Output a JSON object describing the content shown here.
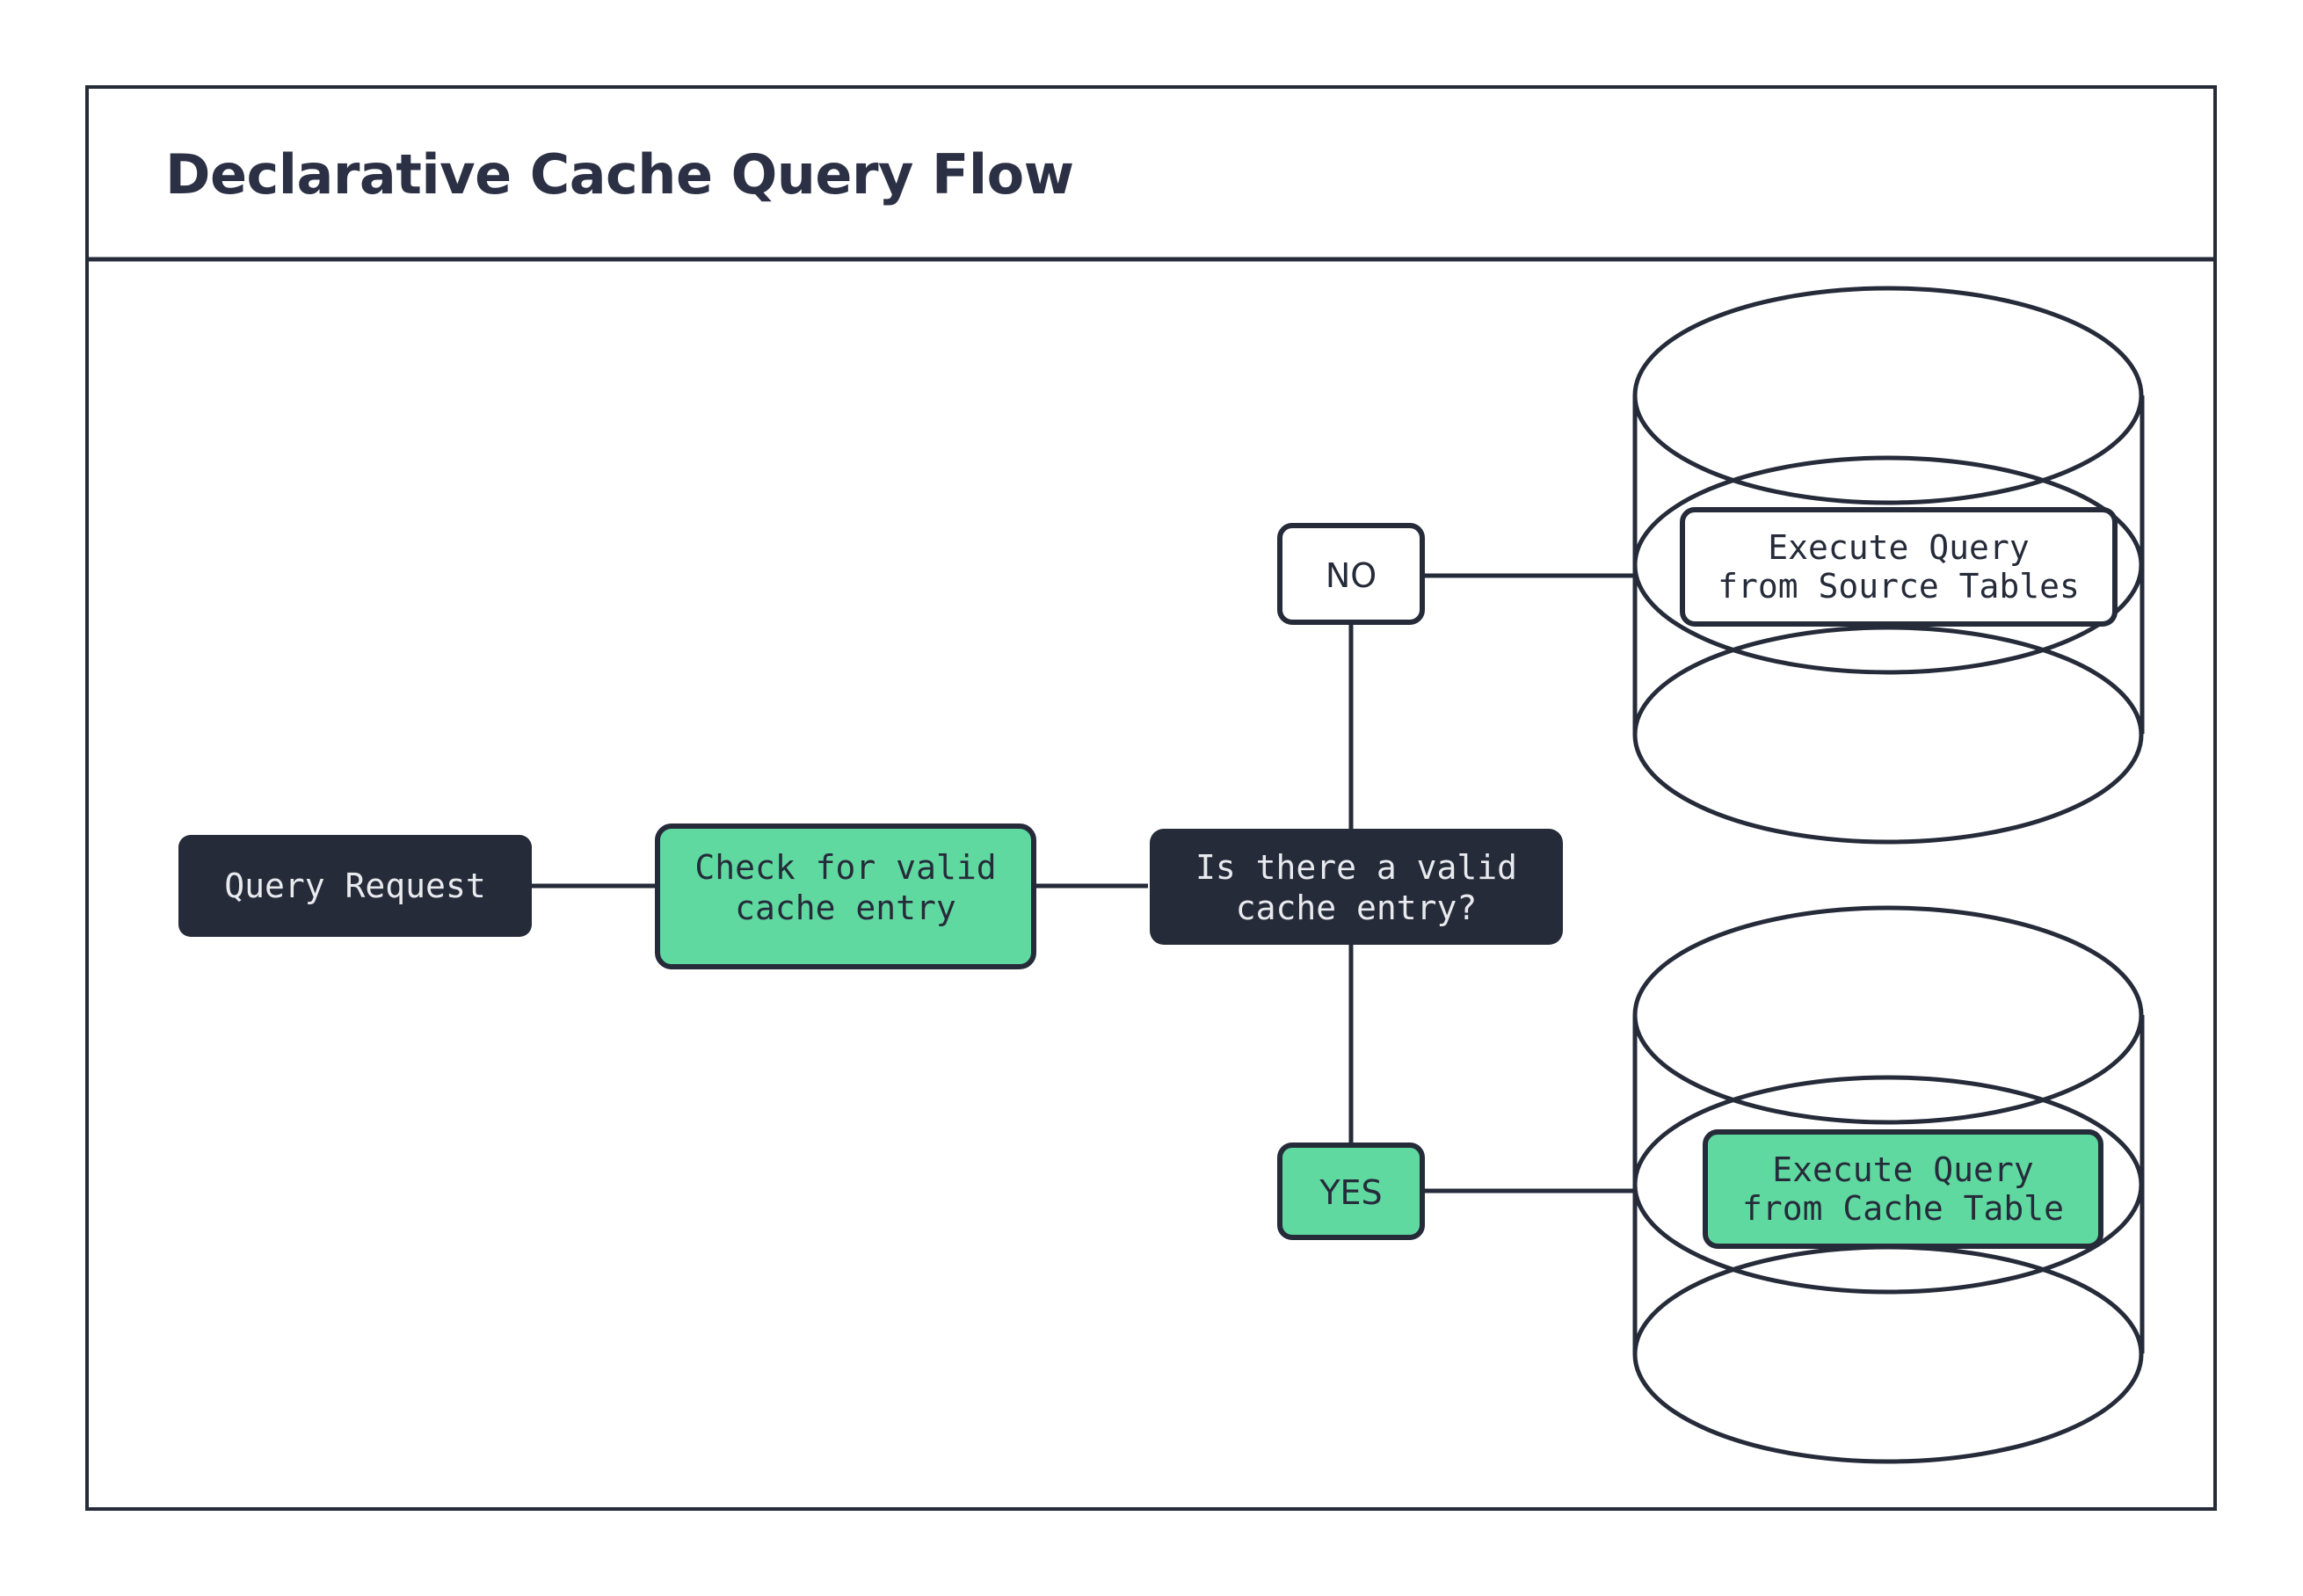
{
  "diagram": {
    "title": "Declarative Cache Query Flow",
    "type": "flowchart",
    "colors": {
      "dark": "#262B3A",
      "green": "#5FD9A0",
      "white": "#FFFFFF",
      "title_text": "#2B3044",
      "light_text": "#E8EAEE"
    },
    "nodes": {
      "query_request": {
        "label": "Query Request",
        "style": "dark",
        "shape": "rounded-rect"
      },
      "check_cache": {
        "line1": "Check for valid",
        "line2": "cache entry",
        "style": "green",
        "shape": "rounded-rect"
      },
      "decision": {
        "line1": "Is there a valid",
        "line2": "cache entry?",
        "style": "dark",
        "shape": "rounded-rect"
      },
      "branch_no": {
        "label": "NO",
        "style": "white",
        "shape": "rounded-rect"
      },
      "branch_yes": {
        "label": "YES",
        "style": "green",
        "shape": "rounded-rect"
      },
      "source_db": {
        "icon": "database-cylinder-icon",
        "line1": "Execute Query",
        "line2": "from Source Tables",
        "style": "white",
        "shape": "database"
      },
      "cache_db": {
        "icon": "database-cylinder-icon",
        "line1": "Execute Query",
        "line2": "from Cache Table",
        "style": "green",
        "shape": "database"
      }
    },
    "edges": [
      {
        "from": "query_request",
        "to": "check_cache",
        "label": ""
      },
      {
        "from": "check_cache",
        "to": "decision",
        "label": ""
      },
      {
        "from": "decision",
        "to": "branch_no",
        "label": "NO"
      },
      {
        "from": "branch_no",
        "to": "source_db",
        "label": ""
      },
      {
        "from": "decision",
        "to": "branch_yes",
        "label": "YES"
      },
      {
        "from": "branch_yes",
        "to": "cache_db",
        "label": ""
      }
    ]
  }
}
